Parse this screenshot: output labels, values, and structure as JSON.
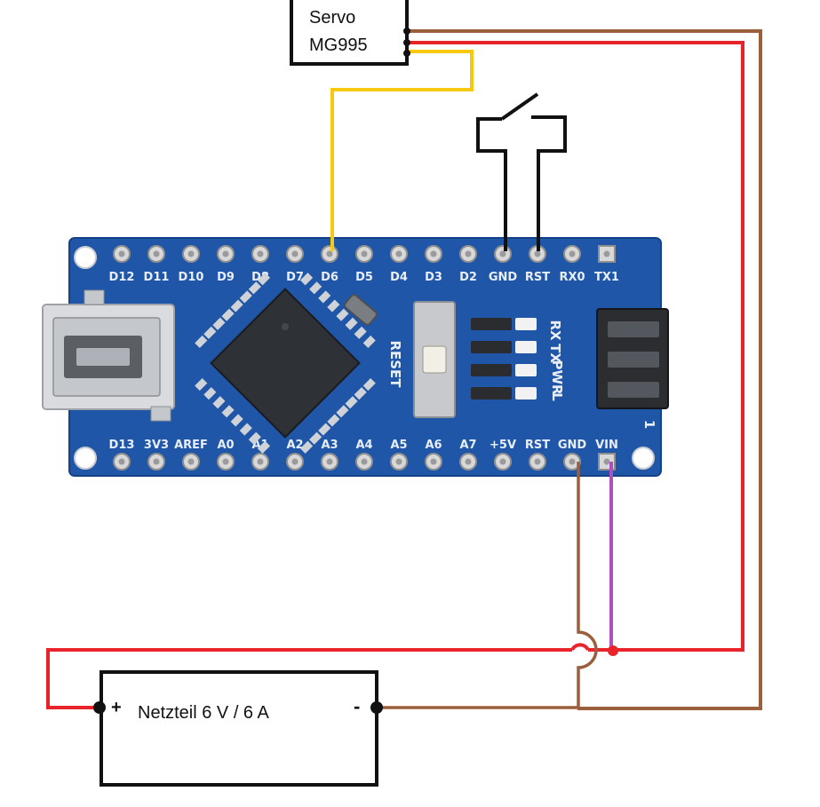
{
  "servo": {
    "line1": "Servo",
    "line2": "MG995"
  },
  "power_supply": {
    "label": "Netzteil 6 V /  6 A",
    "plus": "+",
    "minus": "-"
  },
  "board": {
    "top_pins": [
      "D12",
      "D11",
      "D10",
      "D9",
      "D8",
      "D7",
      "D6",
      "D5",
      "D4",
      "D3",
      "D2",
      "GND",
      "RST",
      "RX0",
      "TX1"
    ],
    "bottom_pins": [
      "D13",
      "3V3",
      "AREF",
      "A0",
      "A1",
      "A2",
      "A3",
      "A4",
      "A5",
      "A6",
      "A7",
      "+5V",
      "RST",
      "GND",
      "VIN"
    ],
    "reset_label": "RESET",
    "led_labels": [
      "RX",
      "TX",
      "PWR",
      "L"
    ],
    "header_number": "1"
  },
  "colors": {
    "board": "#1f56a8",
    "board_dark": "#154287",
    "wire_red": "#e8232a",
    "wire_brown": "#9b5f3c",
    "wire_yellow": "#f6c80f",
    "wire_black": "#111111",
    "wire_purple": "#b04fc0"
  }
}
